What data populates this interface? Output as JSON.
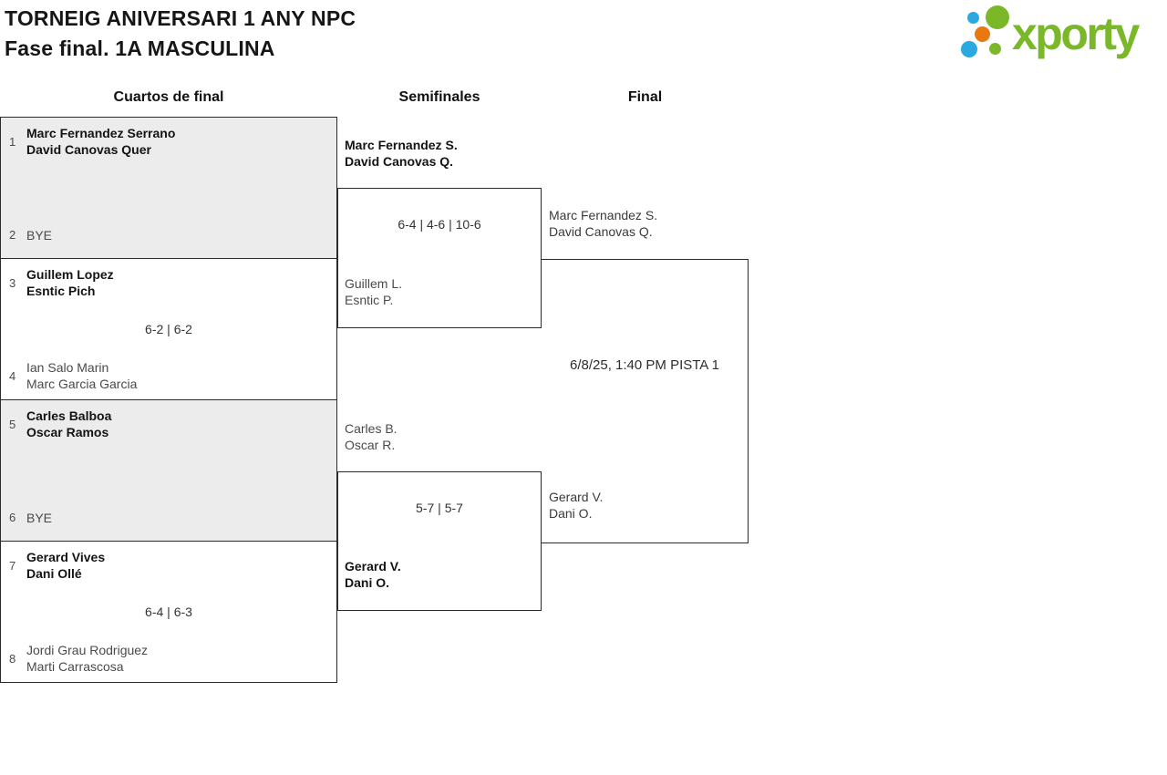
{
  "header": {
    "title_line1": "TORNEIG ANIVERSARI 1 ANY NPC",
    "title_line2": "Fase final. 1A MASCULINA"
  },
  "logo": {
    "text": "xporty"
  },
  "columns": {
    "quarterfinals": "Cuartos de final",
    "semifinals": "Semifinales",
    "final": "Final"
  },
  "colors": {
    "logo_green": "#7ab82a",
    "logo_blue": "#2aa9e0",
    "logo_orange": "#e8780f",
    "bye_match_bg": "#ececec",
    "border": "#2b2b2b"
  },
  "quarterfinals": [
    {
      "seed_a": "1",
      "team_a_line1": "Marc Fernandez Serrano",
      "team_a_line2": "David Canovas Quer",
      "seed_b": "2",
      "team_b_line1": "BYE",
      "team_b_line2": "",
      "score": ""
    },
    {
      "seed_a": "3",
      "team_a_line1": "Guillem Lopez",
      "team_a_line2": "Esntic Pich",
      "seed_b": "4",
      "team_b_line1": "Ian Salo Marin",
      "team_b_line2": "Marc Garcia Garcia",
      "score": "6-2 | 6-2"
    },
    {
      "seed_a": "5",
      "team_a_line1": "Carles Balboa",
      "team_a_line2": "Oscar Ramos",
      "seed_b": "6",
      "team_b_line1": "BYE",
      "team_b_line2": "",
      "score": ""
    },
    {
      "seed_a": "7",
      "team_a_line1": "Gerard Vives",
      "team_a_line2": "Dani Ollé",
      "seed_b": "8",
      "team_b_line1": "Jordi Grau Rodriguez",
      "team_b_line2": "Marti Carrascosa",
      "score": "6-4 | 6-3"
    }
  ],
  "semifinals": [
    {
      "team_a_line1": "Marc Fernandez S.",
      "team_a_line2": "David Canovas Q.",
      "team_b_line1": "Guillem L.",
      "team_b_line2": "Esntic P.",
      "score": "6-4 | 4-6 | 10-6"
    },
    {
      "team_a_line1": "Carles B.",
      "team_a_line2": "Oscar R.",
      "team_b_line1": "Gerard V.",
      "team_b_line2": "Dani O.",
      "score": "5-7 | 5-7"
    }
  ],
  "final": {
    "team_a_line1": "Marc Fernandez S.",
    "team_a_line2": "David Canovas Q.",
    "team_b_line1": "Gerard V.",
    "team_b_line2": "Dani O.",
    "schedule": "6/8/25, 1:40 PM PISTA 1"
  }
}
